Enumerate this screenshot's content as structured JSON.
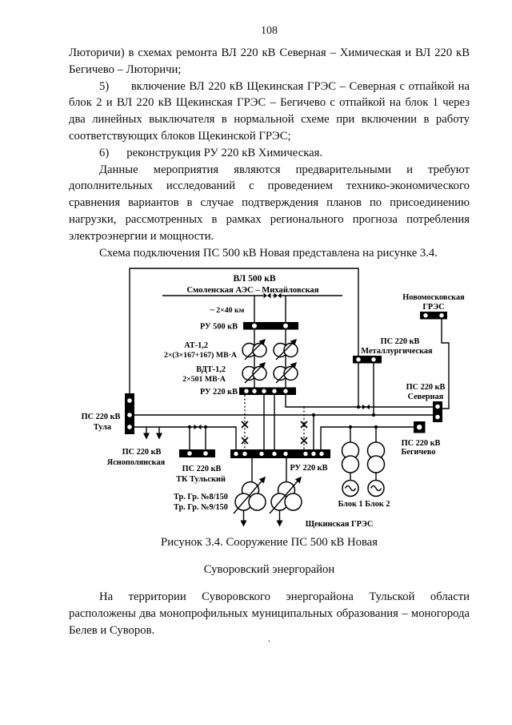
{
  "page": {
    "number": "108"
  },
  "text": {
    "p1": "Люторичи) в схемах ремонта ВЛ 220 кВ Северная – Химическая и ВЛ 220 кВ Бегичево – Люторичи;",
    "p2": "5)      включение ВЛ 220 кВ Щекинская ГРЭС – Северная с отпайкой на блок 2 и ВЛ 220 кВ Щекинская ГРЭС – Бегичево с отпайкой на блок 1 через два линейных выключателя в нормальной схеме при включении в работу соответствующих блоков Щекинской ГРЭС;",
    "p3": "6)      реконструкция РУ 220 кВ Химическая.",
    "p4": "Данные мероприятия являются предварительными и требуют дополнительных исследований с проведением технико-экономического сравнения вариантов в случае подтверждения планов по присоединению нагрузки, рассмотренных в рамках регионального прогноза потребления электроэнергии и мощности.",
    "p5": "Схема подключения ПС 500 кВ Новая представлена на рисунке 3.4.",
    "caption": "Рисунок 3.4. Сооружение ПС 500 кВ Новая",
    "section_heading": "Суворовский энергорайон",
    "p6": "На территории Суворовского энергорайона Тульской области расположены два монопрофильных муниципальных образования – моногорода Белев и Суворов.",
    "trailing_dot": "."
  },
  "diagram": {
    "labels": {
      "vl500": "ВЛ 500 кВ",
      "smol": "Смоленская АЭС – Михайловская",
      "km": "~ 2×40 км",
      "ru500": "РУ 500 кВ",
      "at": "АТ-1,2",
      "at_spec": "2×(3×167+167) МВ·А",
      "vdt": "ВДТ-1,2",
      "vdt_spec": "2×501 МВ·А",
      "ru220_upper": "РУ 220 кВ",
      "novo1": "Новомосковская",
      "novo2": "ГРЭС",
      "met1": "ПС 220 кВ",
      "met2": "Металлургическая",
      "sev1": "ПС 220 кВ",
      "sev2": "Северная",
      "tula1": "ПС 220 кВ",
      "tula2": "Тула",
      "yas1": "ПС 220 кВ",
      "yas2": "Яснополянская",
      "tk1": "ПС 220 кВ",
      "tk2": "ТК Тульский",
      "tr8": "Тр. Гр. №8/150",
      "tr9": "Тр. Гр. №9/150",
      "ru220_lower": "РУ 220 кВ",
      "beg1": "ПС 220 кВ",
      "beg2": "Бегичево",
      "blocks": "Блок 1 Блок 2",
      "shek": "Щекинская ГРЭС"
    },
    "colors": {
      "ink": "#000000",
      "paper": "#ffffff"
    }
  }
}
